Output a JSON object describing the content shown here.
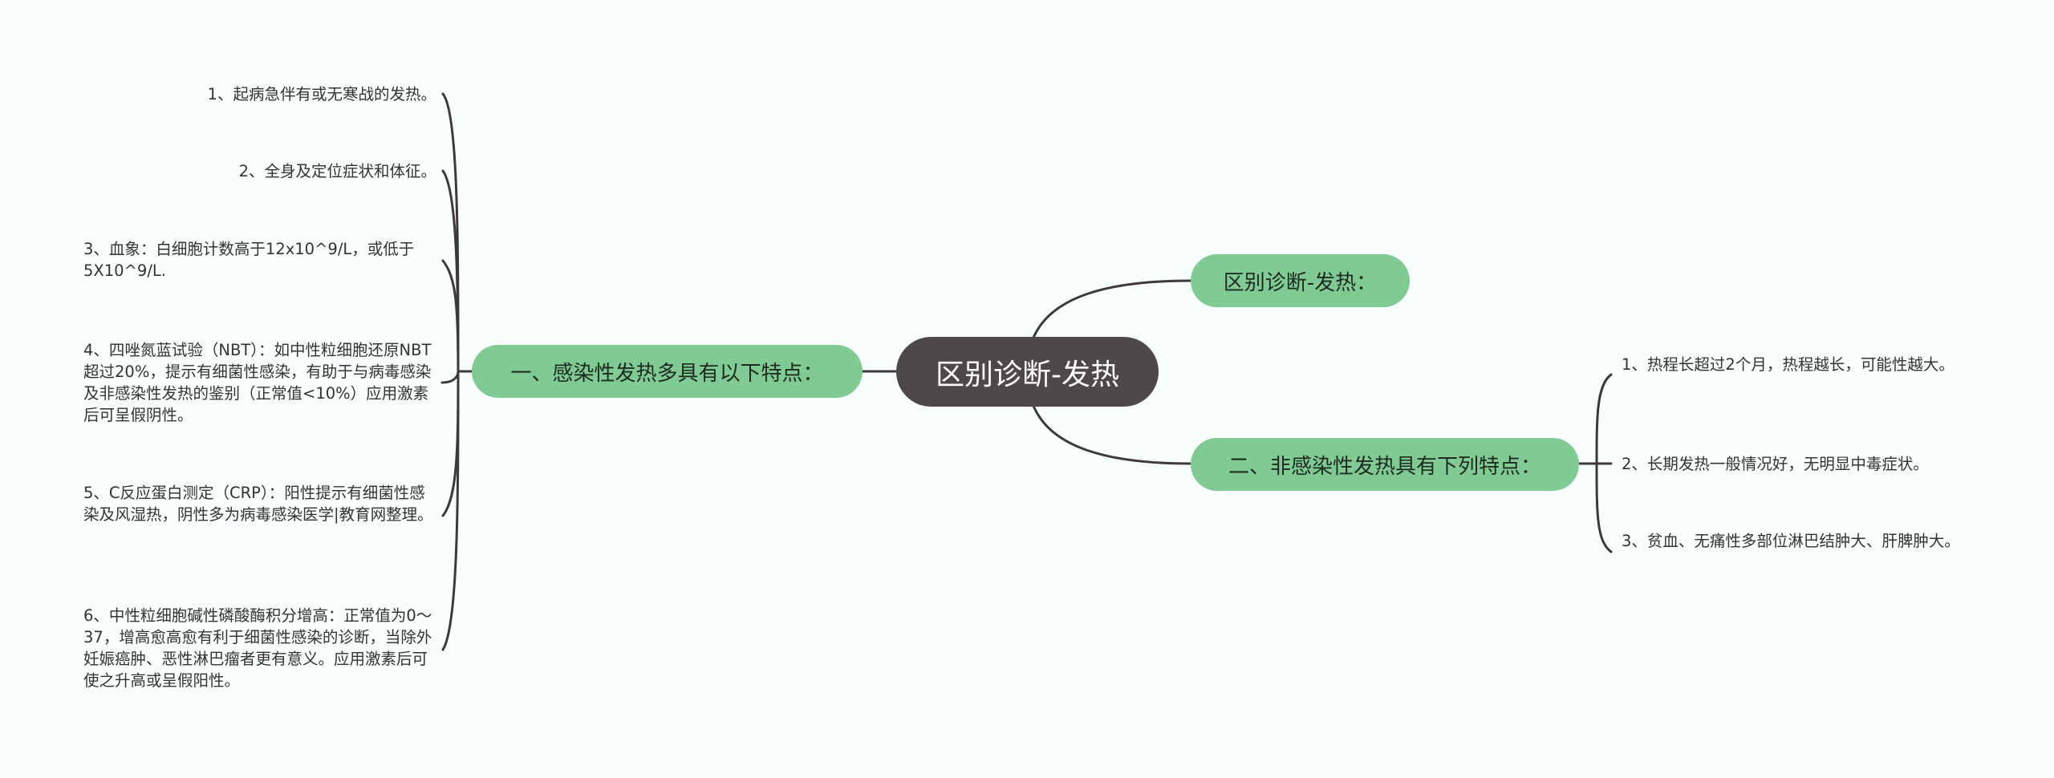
{
  "colors": {
    "background": "#f8fdfe",
    "root_fill": "#4e4849",
    "root_text": "#ffffff",
    "branch_fill": "#7fcb93",
    "branch_text": "#1f2a22",
    "line": "#3d3939",
    "leaf_text": "#333333"
  },
  "root": {
    "label": "区别诊断-发热"
  },
  "branches": {
    "top_right": {
      "label": "区别诊断-发热："
    },
    "left": {
      "label": "一、感染性发热多具有以下特点：",
      "items": [
        "1、起病急伴有或无寒战的发热。",
        "2、全身及定位症状和体征。",
        "3、血象：白细胞计数高于12x10^9/L，或低于5X10^9/L.",
        "4、四唑氮蓝试验（NBT）：如中性粒细胞还原NBT超过20%，提示有细菌性感染，有助于与病毒感染及非感染性发热的鉴别（正常值<10%）应用激素后可呈假阴性。",
        "5、C反应蛋白测定（CRP）：阳性提示有细菌性感染及风湿热，阴性多为病毒感染医学|教育网整理。",
        "6、中性粒细胞碱性磷酸酶积分增高：正常值为0～37，增高愈高愈有利于细菌性感染的诊断，当除外妊娠癌肿、恶性淋巴瘤者更有意义。应用激素后可使之升高或呈假阳性。"
      ]
    },
    "bottom_right": {
      "label": "二、非感染性发热具有下列特点：",
      "items": [
        "1、热程长超过2个月，热程越长，可能性越大。",
        "2、长期发热一般情况好，无明显中毒症状。",
        "3、贫血、无痛性多部位淋巴结肿大、肝脾肿大。"
      ]
    }
  }
}
